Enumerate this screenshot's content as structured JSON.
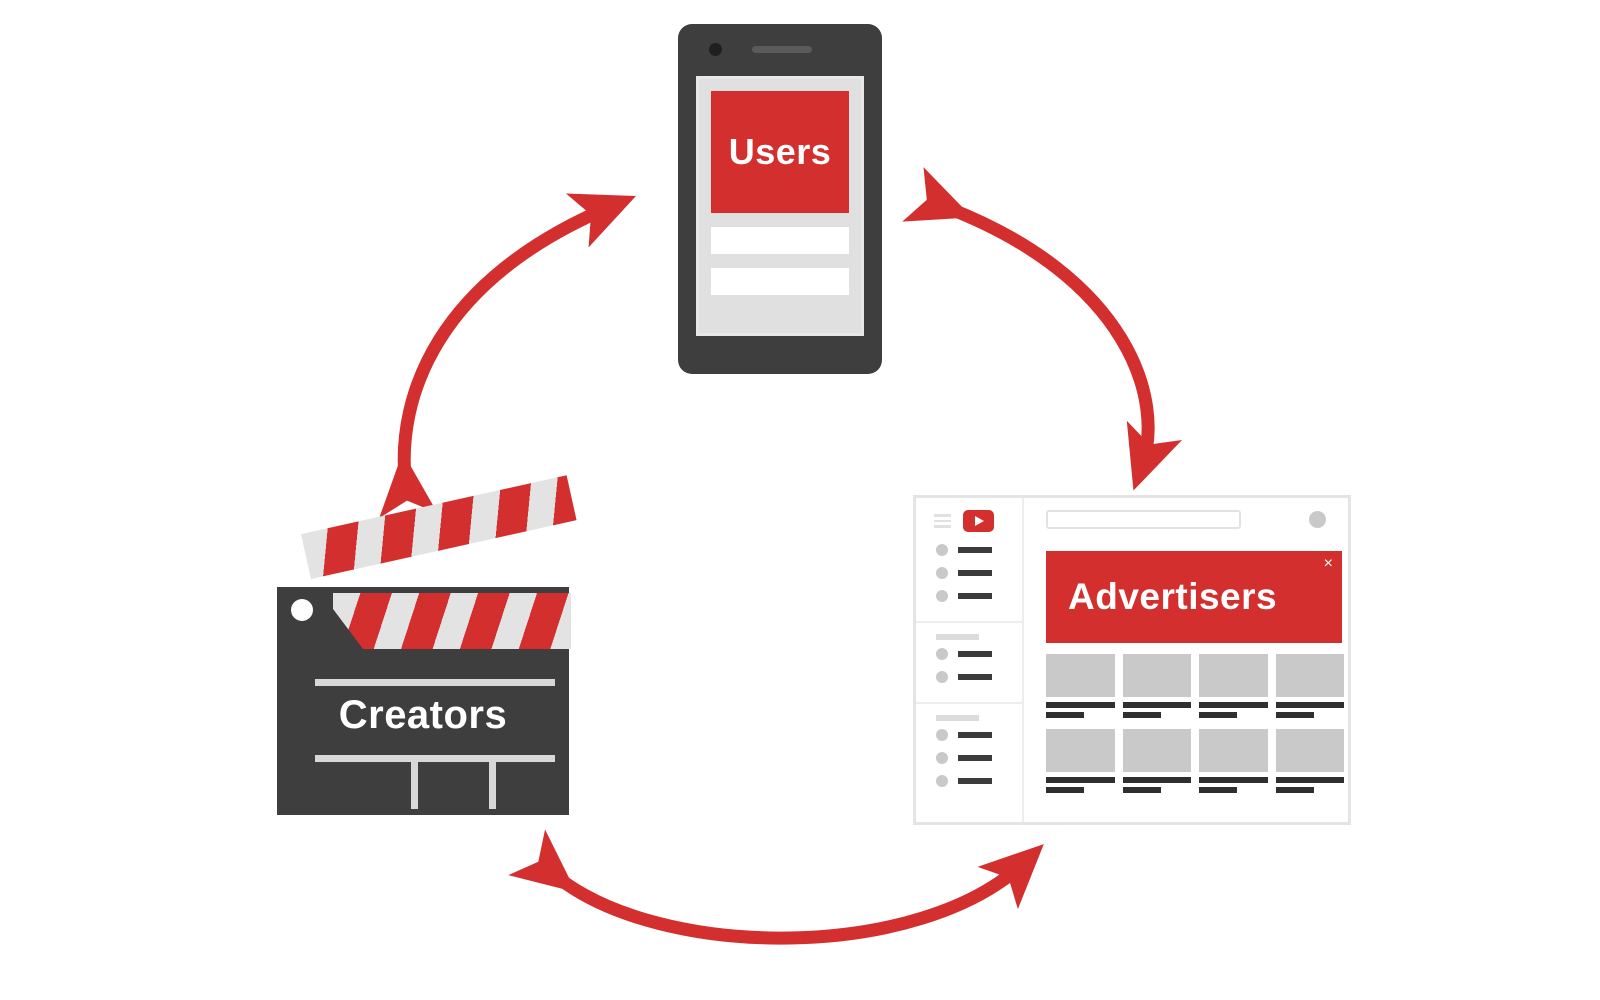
{
  "diagram": {
    "title": "Users / Creators / Advertisers ecosystem",
    "colors": {
      "red": "#D32F2F",
      "dark_gray": "#3E3E3E",
      "light_gray": "#E0E0E0",
      "arrow_red": "#D32F2F"
    }
  },
  "nodes": {
    "users": {
      "label": "Users",
      "icon": "smartphone-icon"
    },
    "creators": {
      "label": "Creators",
      "icon": "clapperboard-icon"
    },
    "advertisers": {
      "label": "Advertisers",
      "icon": "browser-window-icon",
      "close_label": "×"
    }
  },
  "browser": {
    "logo": "youtube-logo-icon",
    "menu": "hamburger-menu-icon",
    "search_placeholder": "",
    "avatar": "avatar-icon",
    "sidebar_groups": [
      {
        "header": "",
        "items": [
          "",
          "",
          ""
        ]
      },
      {
        "header": "",
        "items": [
          "",
          ""
        ]
      },
      {
        "header": "",
        "items": [
          "",
          "",
          ""
        ]
      }
    ],
    "video_rows": [
      [
        "",
        "",
        "",
        ""
      ],
      [
        "",
        "",
        "",
        ""
      ]
    ]
  },
  "phone": {
    "rows": [
      "",
      ""
    ]
  },
  "arrows": [
    {
      "name": "users-creators",
      "from": "Creators",
      "to": "Users",
      "direction": "both"
    },
    {
      "name": "users-advertisers",
      "from": "Users",
      "to": "Advertisers",
      "direction": "both"
    },
    {
      "name": "creators-advertisers",
      "from": "Creators",
      "to": "Advertisers",
      "direction": "both"
    }
  ]
}
